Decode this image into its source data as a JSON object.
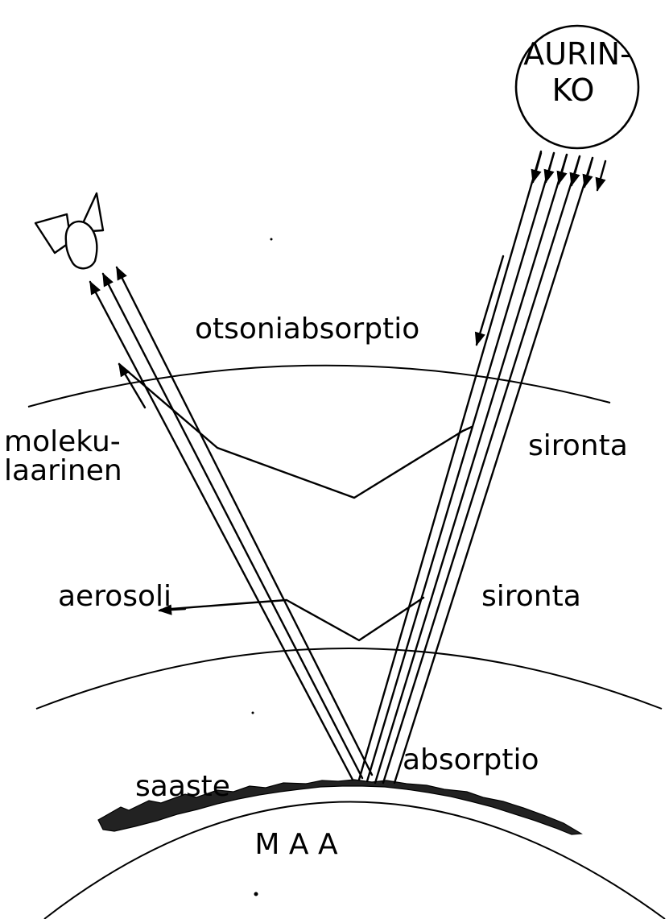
{
  "diagram": {
    "sun": {
      "line1": "AURIN-",
      "line2": "KO"
    },
    "labels": {
      "ozone_absorption": "otsoniabsorptio",
      "molecular_line1": "moleku-",
      "molecular_line2": "laarinen",
      "scattering_upper": "sironta",
      "aerosol": "aerosoli",
      "scattering_lower": "sironta",
      "pollution": "saaste",
      "absorption": "absorptio",
      "earth": "M A A"
    },
    "icons": {
      "satellite": "satellite-icon",
      "sun": "sun-circle"
    },
    "colors": {
      "ink": "#000000",
      "background": "#ffffff"
    }
  }
}
